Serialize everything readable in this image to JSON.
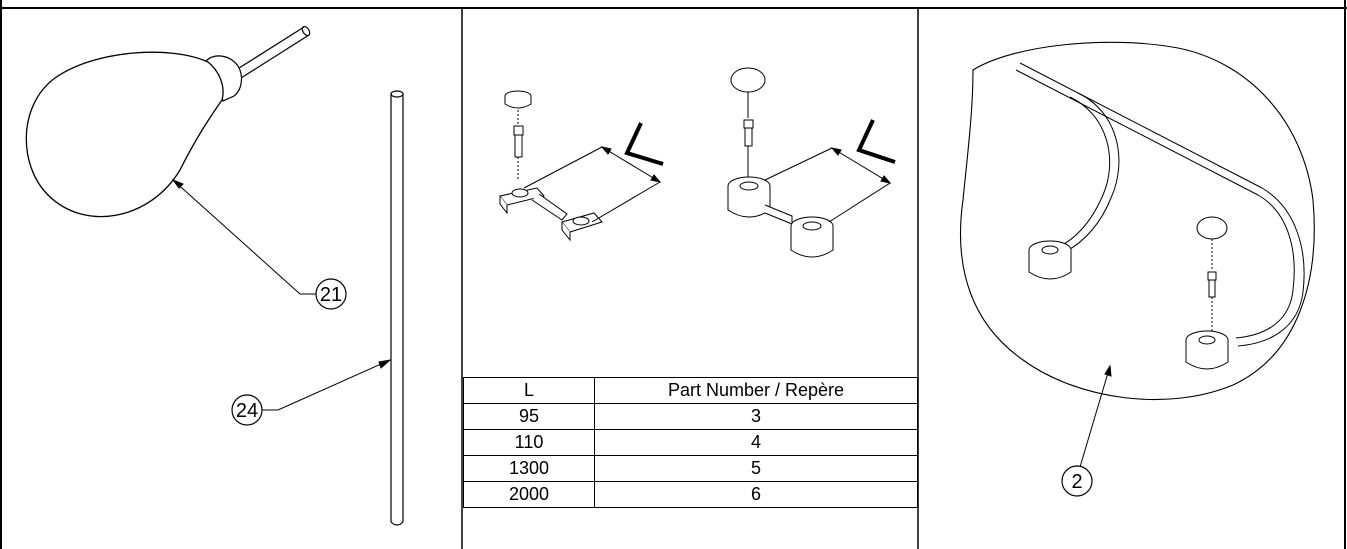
{
  "callouts": {
    "bulb": "21",
    "rod": "24",
    "kit": "2"
  },
  "table": {
    "headers": [
      "L",
      "Part Number / Repère"
    ],
    "rows": [
      [
        "95",
        "3"
      ],
      [
        "110",
        "4"
      ],
      [
        "1300",
        "5"
      ],
      [
        "2000",
        "6"
      ]
    ]
  },
  "dimension_label": "L",
  "colors": {
    "line": "#000000",
    "background": "#ffffff"
  }
}
